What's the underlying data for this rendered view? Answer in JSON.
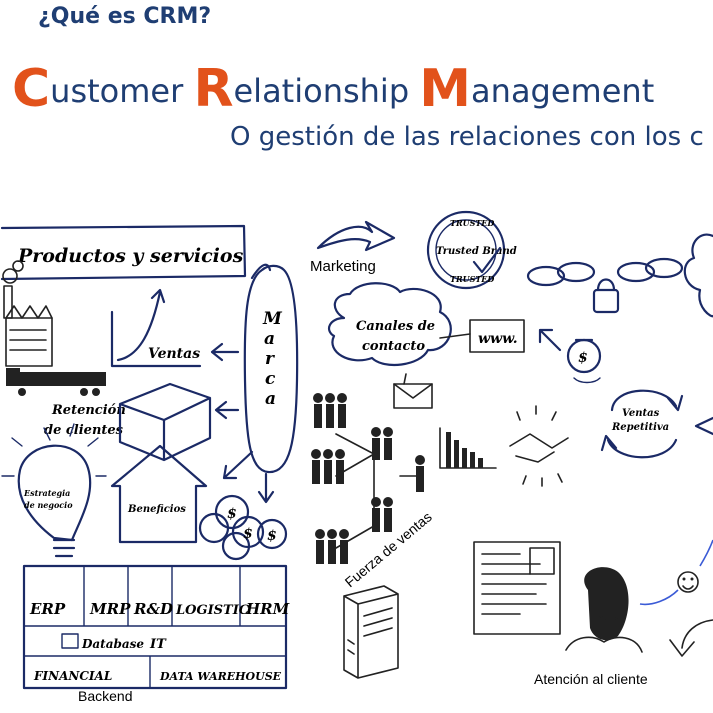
{
  "header": {
    "question": "¿Qué es CRM?",
    "crm_words": [
      {
        "cap": "C",
        "rest": "ustomer "
      },
      {
        "cap": "R",
        "rest": "elationship "
      },
      {
        "cap": "M",
        "rest": "anagement"
      }
    ],
    "subtitle": "O gestión de las relaciones con los c"
  },
  "diagram": {
    "productos": "Productos y servicios",
    "marca_letters": [
      "M",
      "a",
      "r",
      "c",
      "a"
    ],
    "ventas": "Ventas",
    "retencion_line1": "Retención",
    "retencion_line2": "de clientes",
    "estrategia_line1": "Estrategia",
    "estrategia_line2": "de negocio",
    "beneficios": "Beneficios",
    "marketing": "Marketing",
    "trusted_top": "TRUSTED",
    "trusted_mid": "Trusted Brand",
    "trusted_bottom": "TRUSTED",
    "canales_line1": "Canales de",
    "canales_line2": "contacto",
    "www": "www.",
    "ventas_rep_line1": "Ventas",
    "ventas_rep_line2": "Repetitiva",
    "fuerza": "Fuerza de ventas",
    "atencion": "Atención al cliente",
    "backend": "Backend",
    "modules": [
      "ERP",
      "MRP",
      "R&D",
      "LOGISTIC",
      "HRM"
    ],
    "database": "Database",
    "it": "IT",
    "financial": "FINANCIAL",
    "datawarehouse": "DATA WAREHOUSE",
    "dollar": "$"
  },
  "colors": {
    "title": "#1f3e73",
    "accent": "#e2521b",
    "ink": "#1b2a66"
  }
}
